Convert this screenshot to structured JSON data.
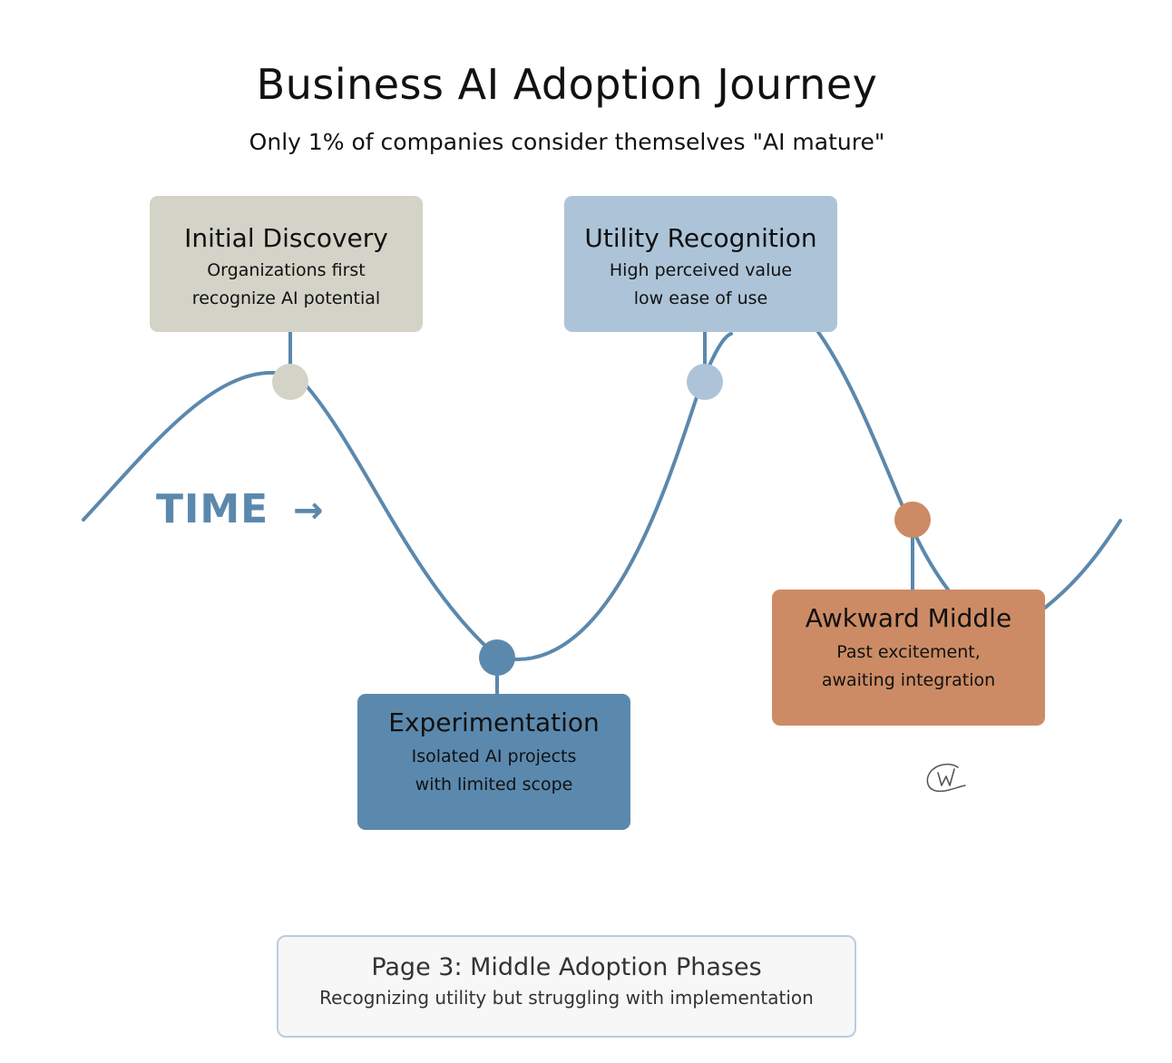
{
  "header": {
    "title": "Business AI Adoption Journey",
    "subtitle": "Only 1% of companies consider themselves \"AI mature\""
  },
  "timeline": {
    "axis_label": "TIME",
    "arrow_glyph": "→",
    "curve_color": "#5b88ad",
    "direction": "left-to-right"
  },
  "phases": [
    {
      "id": "initial-discovery",
      "title": "Initial Discovery",
      "description": "Organizations first\nrecognize AI potential",
      "color": "#d3d3c8",
      "curve_position": "first peak",
      "box_placement": "above"
    },
    {
      "id": "experimentation",
      "title": "Experimentation",
      "description": "Isolated AI projects\nwith limited scope",
      "color": "#5b89ae",
      "curve_position": "trough",
      "box_placement": "below"
    },
    {
      "id": "utility-recognition",
      "title": "Utility Recognition",
      "description": "High perceived value\nlow ease of use",
      "color": "#adc4d8",
      "curve_position": "rising to second peak",
      "box_placement": "above"
    },
    {
      "id": "awkward-middle",
      "title": "Awkward Middle",
      "description": "Past excitement,\nawaiting integration",
      "color": "#cc8b65",
      "curve_position": "descending after second peak",
      "box_placement": "below"
    }
  ],
  "signature": {
    "icon": "handwritten-w-signature-icon"
  },
  "footer": {
    "title": "Page 3: Middle Adoption Phases",
    "subtitle": "Recognizing utility but struggling with implementation"
  }
}
